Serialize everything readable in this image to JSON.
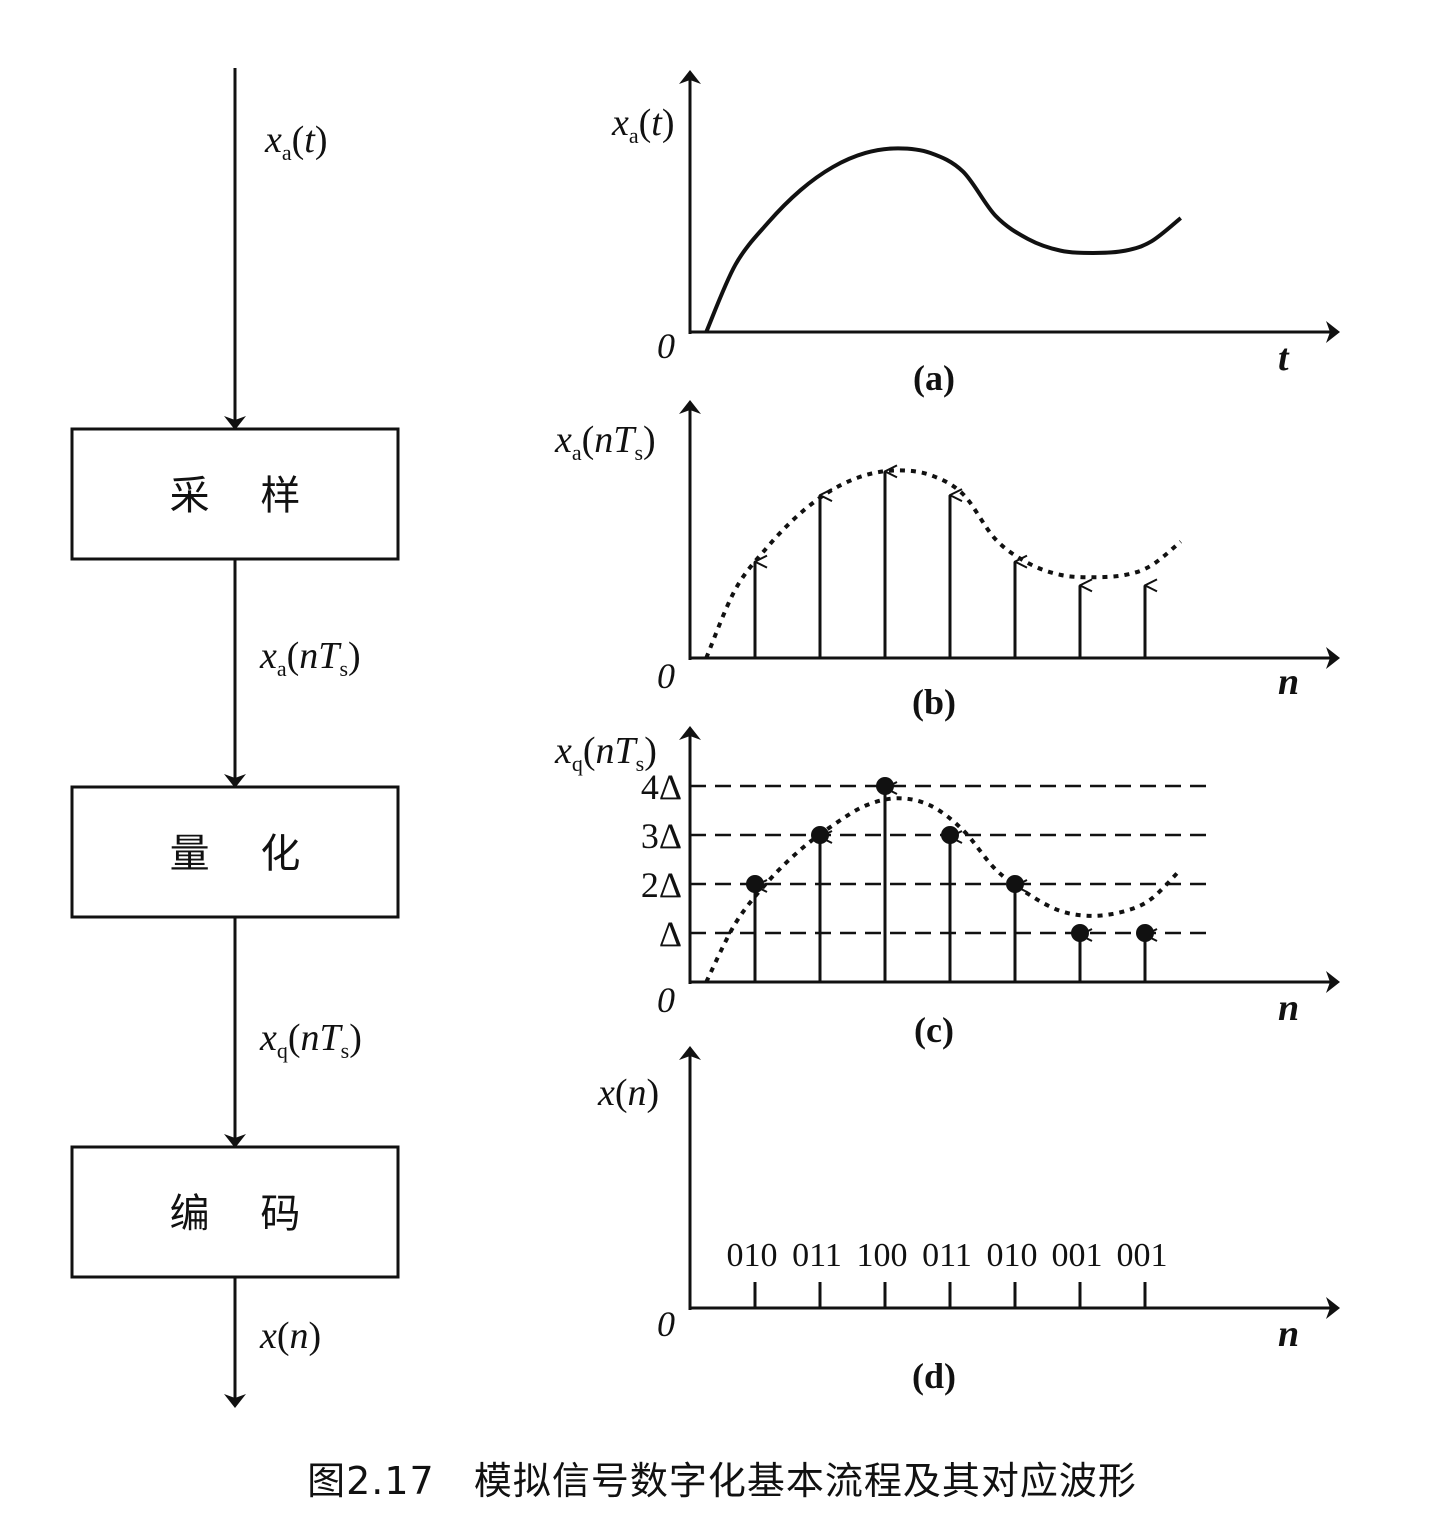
{
  "flowchart": {
    "blocks": [
      {
        "label": "采    样"
      },
      {
        "label": "量    化"
      },
      {
        "label": "编    码"
      }
    ],
    "signals": [
      {
        "var": "x",
        "sub": "a",
        "arg": "t"
      },
      {
        "var": "x",
        "sub": "a",
        "arg": "nT",
        "arg_sub": "s"
      },
      {
        "var": "x",
        "sub": "q",
        "arg": "nT",
        "arg_sub": "s"
      },
      {
        "var": "x",
        "sub": "",
        "arg": "n"
      }
    ]
  },
  "chart_data": [
    {
      "type": "line",
      "panel_label": "(a)",
      "ylabel": {
        "var": "x",
        "sub": "a",
        "arg": "t"
      },
      "xlabel": "t",
      "origin_label": "0",
      "x": [
        0.25,
        0.7,
        1.2,
        1.7,
        2.2,
        2.7,
        3.2,
        3.7,
        4.2,
        4.7,
        5.2,
        5.7,
        6.2,
        6.7,
        7.1,
        7.55
      ],
      "values": [
        0.0,
        1.45,
        2.35,
        3.05,
        3.55,
        3.85,
        3.95,
        3.85,
        3.45,
        2.5,
        2.0,
        1.75,
        1.7,
        1.75,
        1.95,
        2.45
      ]
    },
    {
      "type": "stem",
      "panel_label": "(b)",
      "ylabel": {
        "var": "x",
        "sub": "a",
        "arg": "nT",
        "arg_sub": "s"
      },
      "xlabel": "n",
      "origin_label": "0",
      "envelope_x": [
        0.25,
        0.7,
        1.2,
        1.7,
        2.2,
        2.7,
        3.2,
        3.7,
        4.2,
        4.7,
        5.2,
        5.7,
        6.2,
        6.7,
        7.1,
        7.55
      ],
      "envelope": [
        0.0,
        1.45,
        2.35,
        3.05,
        3.55,
        3.85,
        3.95,
        3.85,
        3.45,
        2.5,
        2.0,
        1.75,
        1.7,
        1.75,
        1.95,
        2.45
      ],
      "n": [
        1,
        2,
        3,
        4,
        5,
        6,
        7
      ],
      "values": [
        2.05,
        3.45,
        3.95,
        3.45,
        2.05,
        1.55,
        1.55
      ]
    },
    {
      "type": "stem",
      "panel_label": "(c)",
      "ylabel": {
        "var": "x",
        "sub": "q",
        "arg": "nT",
        "arg_sub": "s"
      },
      "xlabel": "n",
      "origin_label": "0",
      "levels": [
        {
          "value": 1,
          "label": "Δ"
        },
        {
          "value": 2,
          "label": "2Δ"
        },
        {
          "value": 3,
          "label": "3Δ"
        },
        {
          "value": 4,
          "label": "4Δ"
        }
      ],
      "envelope_x": [
        0.25,
        0.7,
        1.2,
        1.7,
        2.2,
        2.7,
        3.2,
        3.7,
        4.2,
        4.7,
        5.2,
        5.7,
        6.2,
        6.7,
        7.1,
        7.55
      ],
      "envelope": [
        0.0,
        1.2,
        2.05,
        2.7,
        3.2,
        3.6,
        3.75,
        3.6,
        3.1,
        2.3,
        1.8,
        1.45,
        1.35,
        1.45,
        1.7,
        2.3
      ],
      "n": [
        1,
        2,
        3,
        4,
        5,
        6,
        7
      ],
      "values": [
        2,
        3,
        4,
        3,
        2,
        1,
        1
      ]
    },
    {
      "type": "stem",
      "panel_label": "(d)",
      "ylabel": {
        "var": "x",
        "sub": "",
        "arg": "n"
      },
      "xlabel": "n",
      "origin_label": "0",
      "n": [
        1,
        2,
        3,
        4,
        5,
        6,
        7
      ],
      "codes": [
        "010",
        "011",
        "100",
        "011",
        "010",
        "001",
        "001"
      ]
    }
  ],
  "caption": "图2.17   模拟信号数字化基本流程及其对应波形"
}
